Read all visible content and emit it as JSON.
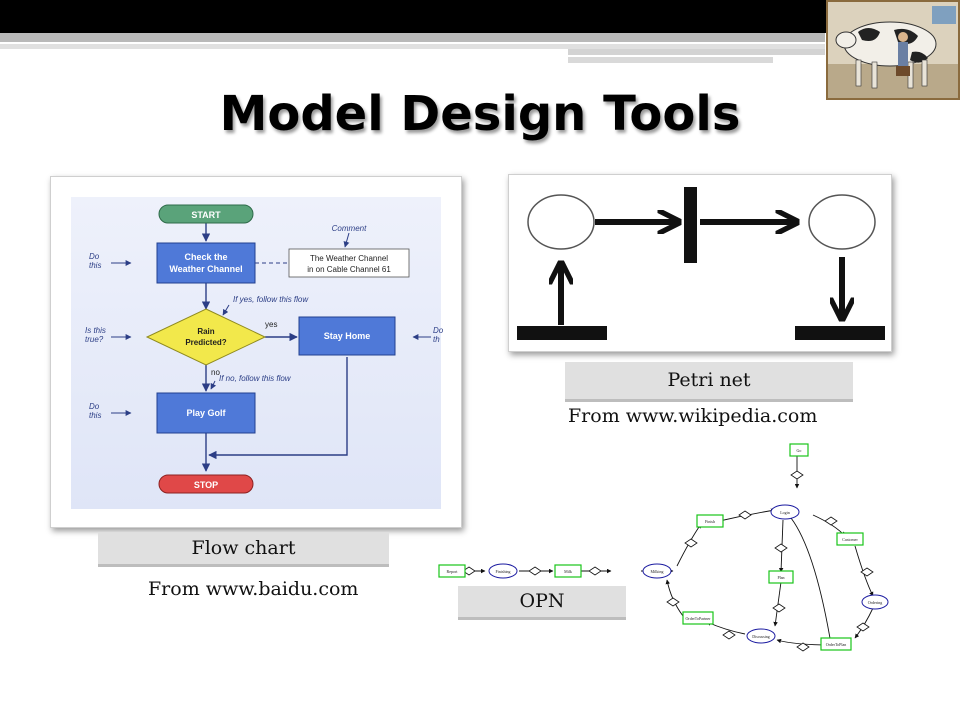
{
  "slide": {
    "title": "Model  Design Tools"
  },
  "flowchart": {
    "caption": "Flow chart",
    "source": "From www.baidu.com",
    "nodes": {
      "start": "START",
      "check_line1": "Check the",
      "check_line2": "Weather Channel",
      "rain_line1": "Rain",
      "rain_line2": "Predicted?",
      "stay_home": "Stay Home",
      "play_golf": "Play Golf",
      "stop": "STOP"
    },
    "annotations": {
      "comment": "Comment",
      "comment_box_line1": "The Weather Channel",
      "comment_box_line2": "in on Cable Channel 61",
      "do_this_1a": "Do",
      "do_this_1b": "this",
      "is_this_a": "Is this",
      "is_this_b": "true?",
      "do_this_2a": "Do",
      "do_this_2b": "this",
      "do_right_a": "Do",
      "do_right_b": "th",
      "if_yes": "If yes, follow this flow",
      "yes": "yes",
      "no": "no",
      "if_no": "If no, follow this flow"
    },
    "colors": {
      "start": "#5aa37a",
      "process": "#4f79d8",
      "decision": "#f2e84b",
      "stop": "#e04848",
      "connector": "#2c3e86"
    }
  },
  "petri": {
    "caption": "Petri net",
    "source": "From www.wikipedia.com"
  },
  "opn": {
    "caption": "OPN",
    "nodes": {
      "go": "Go",
      "login": "Login",
      "finish": "Finish",
      "report": "Report",
      "finishing": "Finishing",
      "milk": "Milk",
      "milking": "Milking",
      "customer": "Customer",
      "plan": "Plan",
      "ordering": "Ordering",
      "order_to_partner": "OrderToPartner",
      "discussing": "Discussing",
      "order_to_plan": "OrderToPlan"
    },
    "colors": {
      "place": "#1a1aa0",
      "transition": "#19c419"
    }
  }
}
